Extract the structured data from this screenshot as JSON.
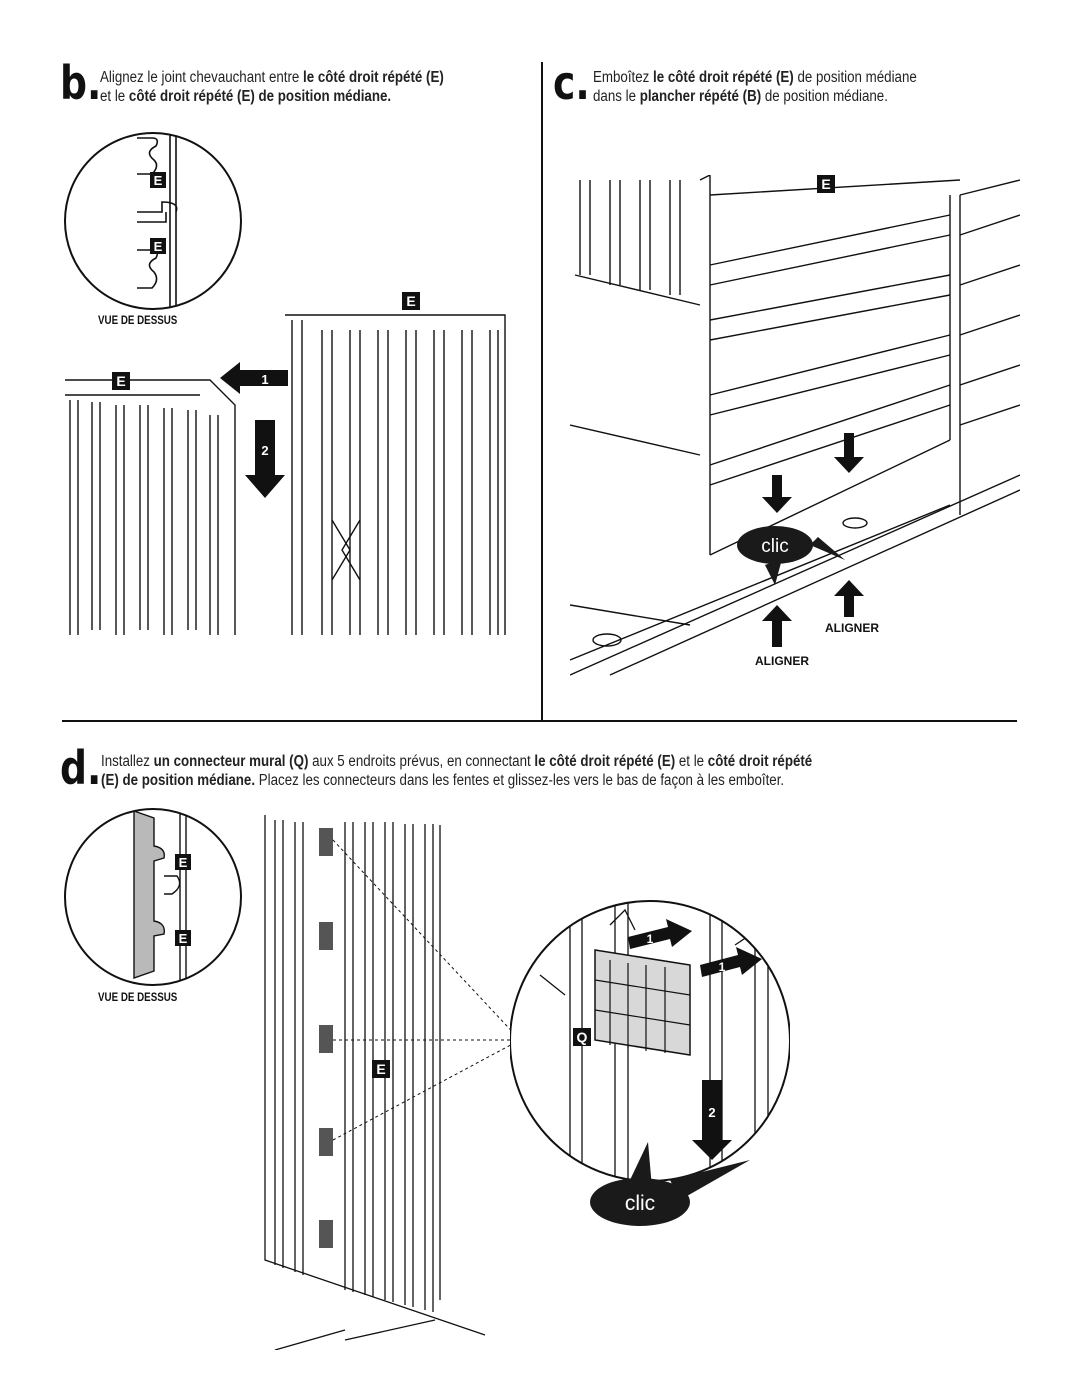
{
  "step_b": {
    "letter": "b.",
    "line1_plain": "Alignez le joint chevauchant entre ",
    "line1_bold": "le côté droit répété (E)",
    "line2_plain": "et le ",
    "line2_bold": "côté droit répété (E) de position médiane."
  },
  "step_c": {
    "letter": "c.",
    "line1_plain": "Emboîtez ",
    "line1_bold": "le côté droit répété (E)",
    "line1_tail": " de position médiane",
    "line2_plain": "dans le ",
    "line2_bold": "plancher répété (B)",
    "line2_tail": " de position médiane."
  },
  "step_d": {
    "letter": "d.",
    "line1_a": "Installez ",
    "line1_b": "un connecteur mural (Q)",
    "line1_c": " aux 5 endroits prévus, en connectant ",
    "line1_d": "le côté droit répété (E)",
    "line1_e": " et le ",
    "line1_f": "côté droit répété",
    "line2_a": "(E) de position médiane.",
    "line2_b": " Placez les connecteurs dans les fentes et glissez-les vers le bas de façon à les emboîter."
  },
  "labels": {
    "part_e": "E",
    "part_q": "Q",
    "top_view": "VUE DE DESSUS",
    "align": "ALIGNER",
    "clic": "clic",
    "arrow_1": "1",
    "arrow_2": "2"
  },
  "colors": {
    "ink": "#111111",
    "panel_gray": "#b9b9b9",
    "bubble": "#1a1a1a",
    "bubble_text": "#ffffff"
  }
}
